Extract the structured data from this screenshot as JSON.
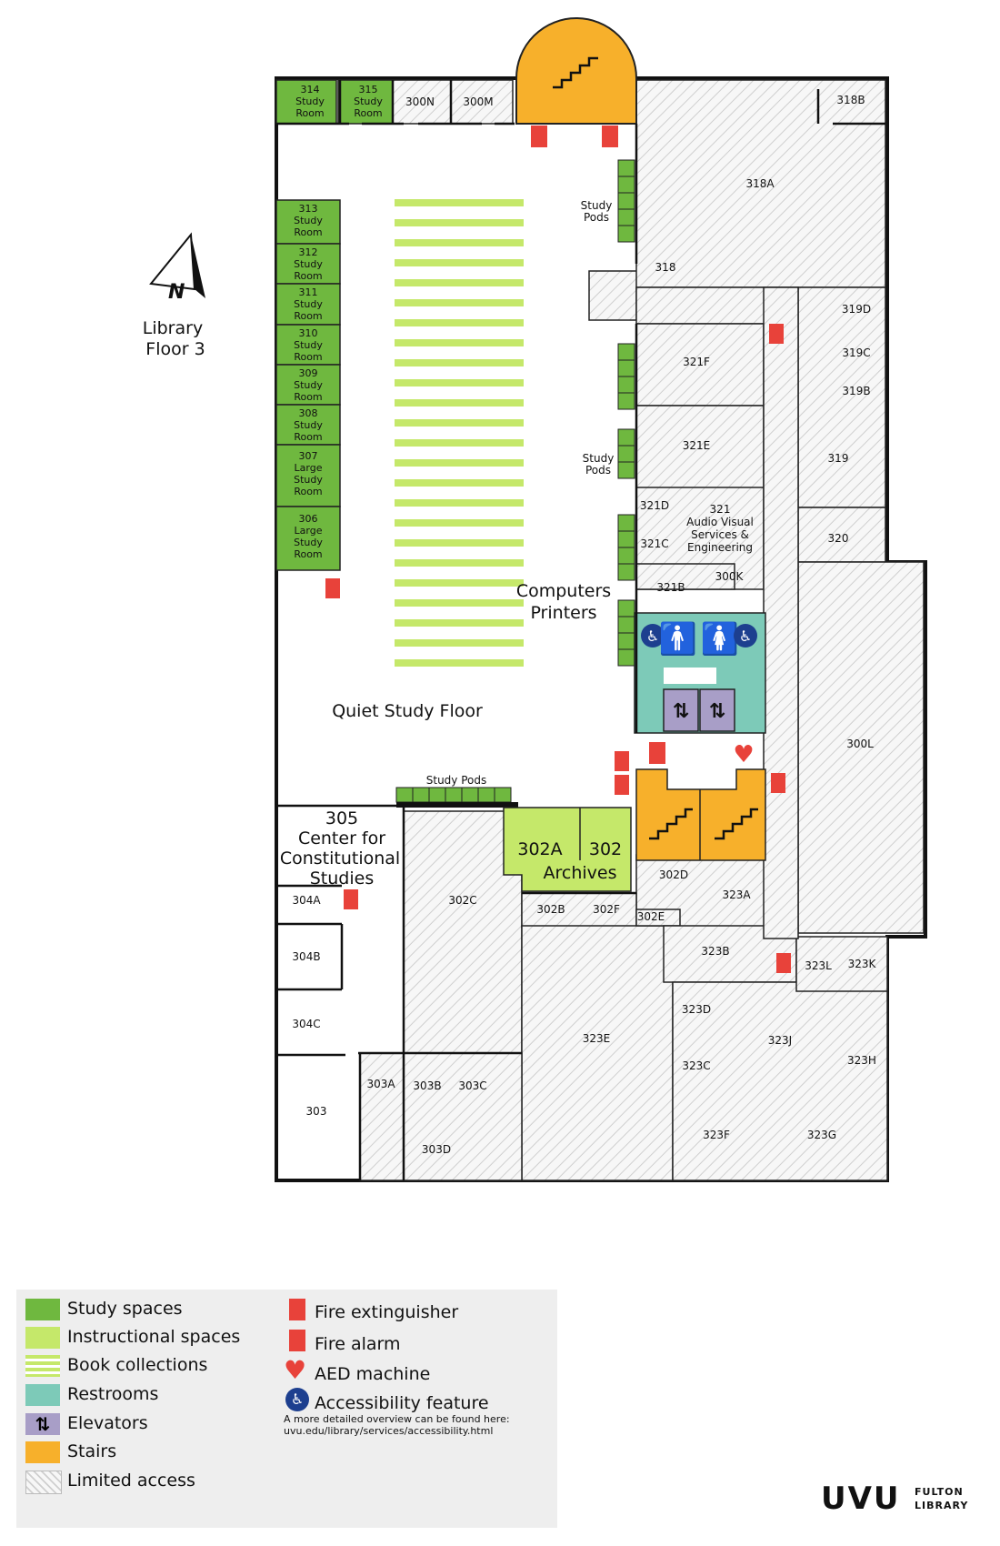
{
  "floor_title": [
    "Library",
    "Floor 3"
  ],
  "north_label": "N",
  "colors": {
    "study": "#6fb83f",
    "instructional": "#c5e86a",
    "book": "#c5e86a",
    "restroom": "#7dcab8",
    "elevator": "#a89ec7",
    "stairs": "#f7b02b",
    "alarm": "#e8423a",
    "access": "#1d3f8f"
  },
  "rooms": {
    "r314": [
      "314",
      "Study",
      "Room"
    ],
    "r315": [
      "315",
      "Study",
      "Room"
    ],
    "r313": [
      "313",
      "Study",
      "Room"
    ],
    "r312": [
      "312",
      "Study",
      "Room"
    ],
    "r311": [
      "311",
      "Study",
      "Room"
    ],
    "r310": [
      "310",
      "Study",
      "Room"
    ],
    "r309": [
      "309",
      "Study",
      "Room"
    ],
    "r308": [
      "308",
      "Study",
      "Room"
    ],
    "r307": [
      "307",
      "Large",
      "Study",
      "Room"
    ],
    "r306": [
      "306",
      "Large",
      "Study",
      "Room"
    ],
    "r300N": "300N",
    "r300M": "300M",
    "r318B": "318B",
    "r318A": "318A",
    "r318": "318",
    "r319D": "319D",
    "r319C": "319C",
    "r319B": "319B",
    "r319": "319",
    "r320": "320",
    "r321F": "321F",
    "r321E": "321E",
    "r321D": "321D",
    "r321C": "321C",
    "r321": [
      "321",
      "Audio Visual",
      "Services &",
      "Engineering"
    ],
    "r321B": "321B",
    "r300K": "300K",
    "r300L": "300L",
    "r305": [
      "305",
      "Center for",
      "Constitutional",
      "Studies"
    ],
    "r304A": "304A",
    "r304B": "304B",
    "r304C": "304C",
    "r303": "303",
    "r303A": "303A",
    "r303B": "303B",
    "r303C": "303C",
    "r303D": "303D",
    "r302C": "302C",
    "r302A": "302A",
    "r302": "302",
    "archives": "Archives",
    "r302B": "302B",
    "r302F": "302F",
    "r302D": "302D",
    "r302E": "302E",
    "r323A": "323A",
    "r323B": "323B",
    "r323D": "323D",
    "r323C": "323C",
    "r323E": "323E",
    "r323F": "323F",
    "r323G": "323G",
    "r323J": "323J",
    "r323H": "323H",
    "r323L": "323L",
    "r323K": "323K"
  },
  "areas": {
    "study_pods_a": [
      "Study",
      "Pods"
    ],
    "study_pods_b": [
      "Study",
      "Pods"
    ],
    "study_pods_c": "Study Pods",
    "computers": [
      "Computers",
      "Printers"
    ],
    "quiet": "Quiet Study Floor"
  },
  "legend": {
    "study_spaces": "Study spaces",
    "instructional_spaces": "Instructional spaces",
    "book_collections": "Book collections",
    "restrooms": "Restrooms",
    "elevators": "Elevators",
    "stairs": "Stairs",
    "limited_access": "Limited access",
    "fire_extinguisher": "Fire extinguisher",
    "fire_alarm": "Fire alarm",
    "aed_machine": "AED machine",
    "accessibility_feature": "Accessibility feature",
    "note_line1": "A more detailed overview can be found here:",
    "note_line2": "uvu.edu/library/services/accessibility.html"
  },
  "brand": {
    "logo_text": "UVU",
    "line1": "FULTON",
    "line2": "LIBRARY"
  }
}
